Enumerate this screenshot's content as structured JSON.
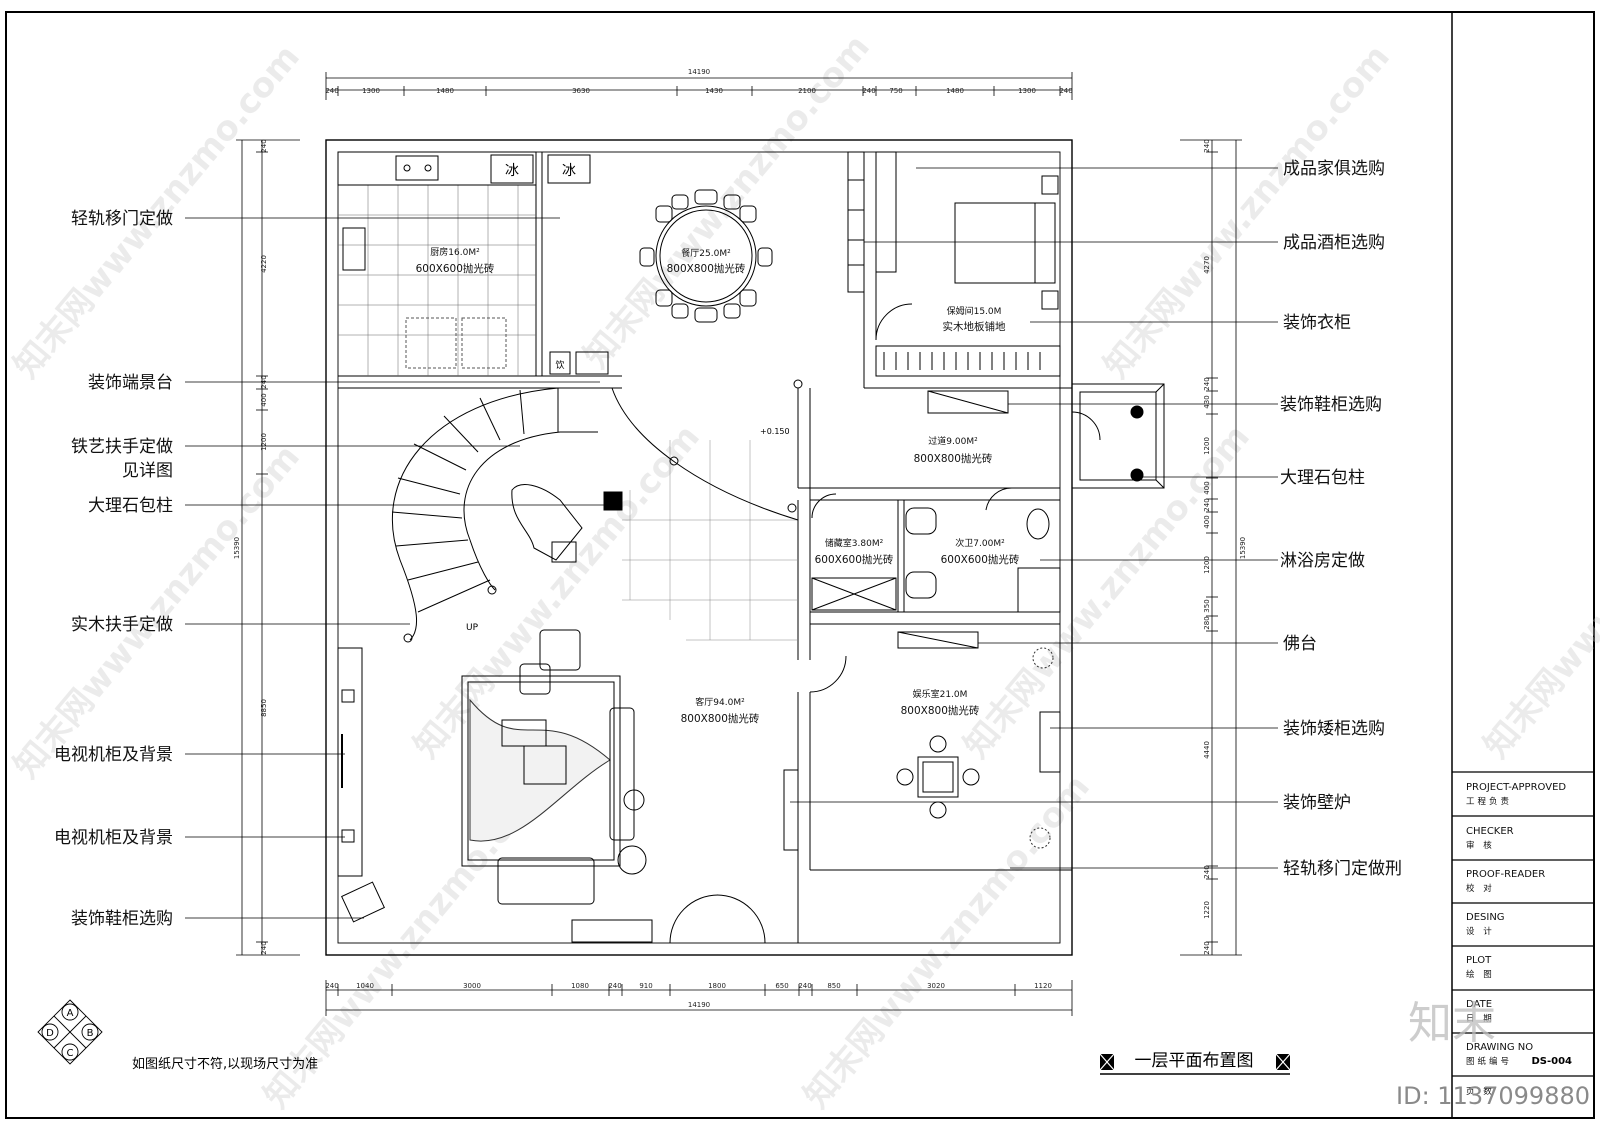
{
  "drawing_title": "一层平面布置图",
  "note": "如图纸尺寸不符,以现场尺寸为准",
  "logo_letters": [
    "A",
    "B",
    "C",
    "D"
  ],
  "level_mark": "+0.150",
  "stair_label": "UP",
  "fridge_label": "冰",
  "small_cabinet_label": "饮",
  "left_callouts": [
    "轻轨移门定做",
    "装饰端景台",
    "铁艺扶手定做",
    "见详图",
    "大理石包柱",
    "实木扶手定做",
    "电视机柜及背景",
    "电视机柜及背景",
    "装饰鞋柜选购"
  ],
  "right_callouts": [
    "成品家俱选购",
    "成品酒柜选购",
    "装饰衣柜",
    "装饰鞋柜选购",
    "大理石包柱",
    "淋浴房定做",
    "佛台",
    "装饰矮柜选购",
    "装饰壁炉",
    "轻轨移门定做刑"
  ],
  "rooms": [
    {
      "name": "厨房16.0M²",
      "floor": "600X600抛光砖"
    },
    {
      "name": "餐厅25.0M²",
      "floor": "800X800抛光砖"
    },
    {
      "name": "保姆间15.0M",
      "floor": "实木地板铺地"
    },
    {
      "name": "过道9.00M²",
      "floor": "800X800抛光砖"
    },
    {
      "name": "储藏室3.80M²",
      "floor": "600X600抛光砖"
    },
    {
      "name": "次卫7.00M²",
      "floor": "600X600抛光砖"
    },
    {
      "name": "客厅94.0M²",
      "floor": "800X800抛光砖"
    },
    {
      "name": "娱乐室21.0M",
      "floor": "800X800抛光砖"
    }
  ],
  "dims_top_total": "14190",
  "dims_top": [
    "240",
    "1300",
    "1480",
    "3630",
    "1430",
    "2100",
    "240",
    "750",
    "1480",
    "1300",
    "240"
  ],
  "dims_bottom_total": "14190",
  "dims_bottom": [
    "240",
    "1040",
    "3000",
    "1080",
    "240",
    "910",
    "1800",
    "650",
    "240",
    "850",
    "3020",
    "1120"
  ],
  "dims_left_total": "15390",
  "dims_left": [
    "240",
    "4220",
    "240",
    "400",
    "1200",
    "8850",
    "240"
  ],
  "dims_right_total": "15390",
  "dims_right": [
    "240",
    "4270",
    "240",
    "430",
    "1200",
    "400",
    "240",
    "400",
    "1200",
    "350",
    "280",
    "4440",
    "240",
    "1220",
    "240"
  ],
  "title_block": [
    {
      "en": "PROJECT-APPROVED",
      "cn": "工程负责"
    },
    {
      "en": "CHECKER",
      "cn": "审 核"
    },
    {
      "en": "PROOF-READER",
      "cn": "校 对"
    },
    {
      "en": "DESING",
      "cn": "设 计"
    },
    {
      "en": "PLOT",
      "cn": "绘 图"
    },
    {
      "en": "DATE",
      "cn": "日 期"
    },
    {
      "en": "DRAWING NO",
      "cn": "图纸编号"
    }
  ],
  "drawing_no": "DS-004",
  "page_cn": "页 数",
  "watermark_text": "知末网www.znzmo.com",
  "brand_logo": "知末",
  "image_id": "ID: 1137099880"
}
